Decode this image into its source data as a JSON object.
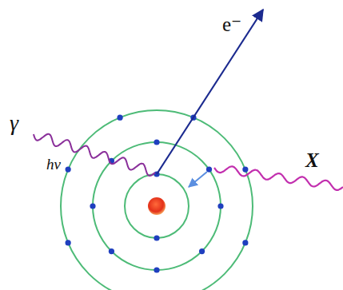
{
  "diagram": {
    "labels": [
      "γ",
      "hν",
      "e⁻",
      "X"
    ]
  }
}
